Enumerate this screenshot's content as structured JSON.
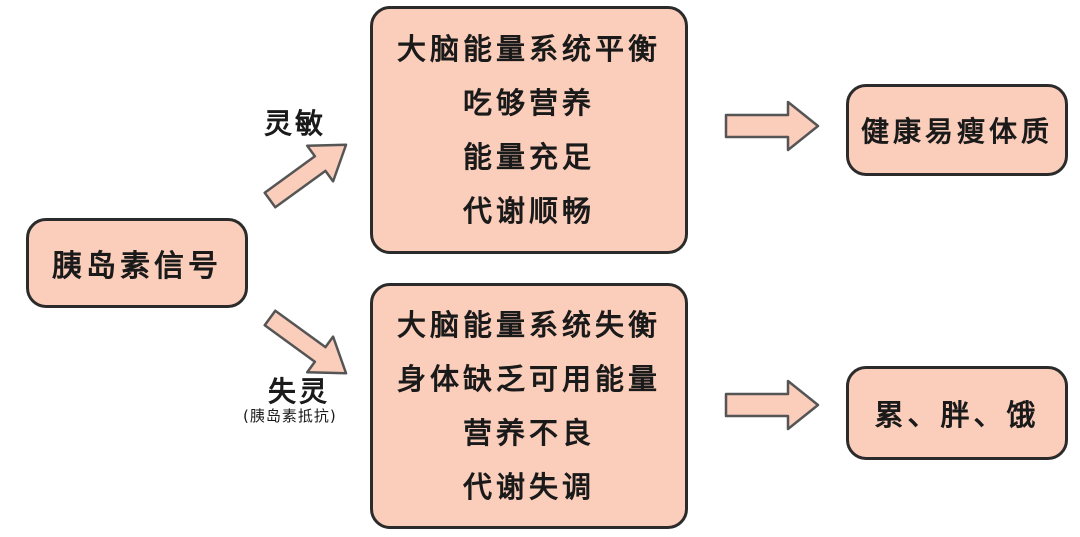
{
  "insulin_signal": "胰岛素信号",
  "upper_path": {
    "label": "灵敏",
    "box_lines": [
      "大脑能量系统平衡",
      "吃够营养",
      "能量充足",
      "代谢顺畅"
    ],
    "result": "健康易瘦体质"
  },
  "lower_path": {
    "label": "失灵",
    "sublabel": "(胰岛素抵抗)",
    "box_lines": [
      "大脑能量系统失衡",
      "身体缺乏可用能量",
      "营养不良",
      "代谢失调"
    ],
    "result": "累、胖、饿"
  },
  "colors": {
    "box_fill": "#fbcdbb",
    "arrow_fill": "#fbcdbb",
    "outline": "#2b2b2b"
  }
}
